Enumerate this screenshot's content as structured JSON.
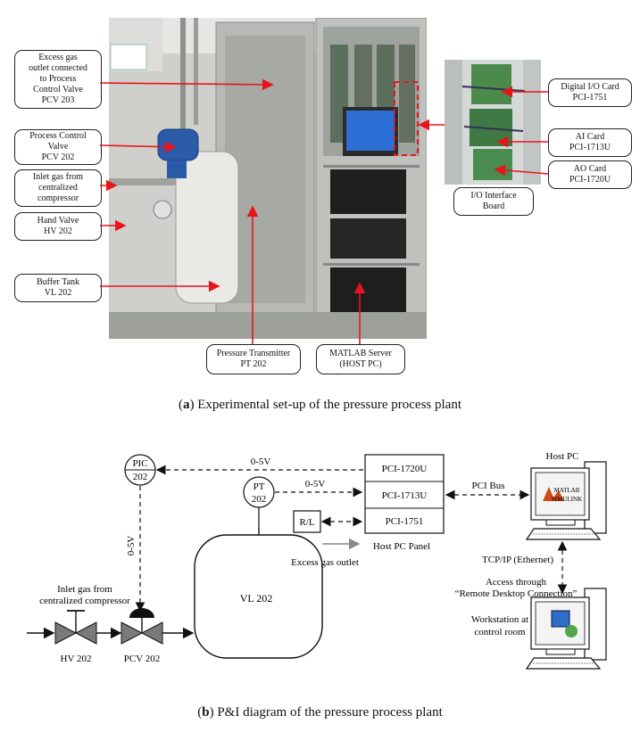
{
  "figure_a": {
    "labels": {
      "excess_gas": "Excess gas\noutlet connected\nto Process\nControl Valve\nPCV 203",
      "pcv": "Process Control\nValve\nPCV 202",
      "inlet_gas": "Inlet gas from\ncentralized\ncompressor",
      "hand_valve": "Hand Valve\nHV 202",
      "buffer_tank": "Buffer Tank\nVL 202",
      "pressure_tx": "Pressure Transmitter\nPT 202",
      "matlab_server": "MATLAB Server\n(HOST PC)",
      "digital_io": "Digital I/O Card\nPCI-1751",
      "ai_card": "AI Card\nPCI-1713U",
      "ao_card": "AO Card\nPCI-1720U",
      "io_board": "I/O Interface\nBoard"
    },
    "caption_letter": "a",
    "caption_text": ") Experimental set-up of the pressure process plant",
    "caption_open": "("
  },
  "figure_b": {
    "pic_top": "PIC",
    "pic_bottom": "202",
    "pt_top": "PT",
    "pt_bottom": "202",
    "signal_top": "0-5V",
    "signal_mid": "0-5V",
    "signal_vert": "0-5V",
    "cards": [
      "PCI-1720U",
      "PCI-1713U",
      "PCI-1751"
    ],
    "rl": "R/L",
    "panel_label": "Host PC Panel",
    "pci_bus": "PCI Bus",
    "host_pc": "Host PC",
    "matlab_logo_top": "MATLAB",
    "matlab_logo_bottom": "SIMULINK",
    "tcpip": "TCP/IP (Ethernet)",
    "access_line1": "Access through",
    "access_line2": "“Remote Desktop Connection”",
    "workstation_line1": "Workstation at",
    "workstation_line2": "control room",
    "excess_outlet": "Excess gas outlet",
    "vessel": "VL 202",
    "inlet_line1": "Inlet gas from",
    "inlet_line2": "centralized compressor",
    "hv": "HV 202",
    "pcv": "PCV 202",
    "caption_letter": "b",
    "caption_text": ") P&I diagram of the pressure process plant",
    "caption_open": "("
  },
  "colors": {
    "arrow_red": "#e8141b",
    "valve_gray": "#7a7a7a",
    "photo_bg": "#c9c9c4"
  }
}
